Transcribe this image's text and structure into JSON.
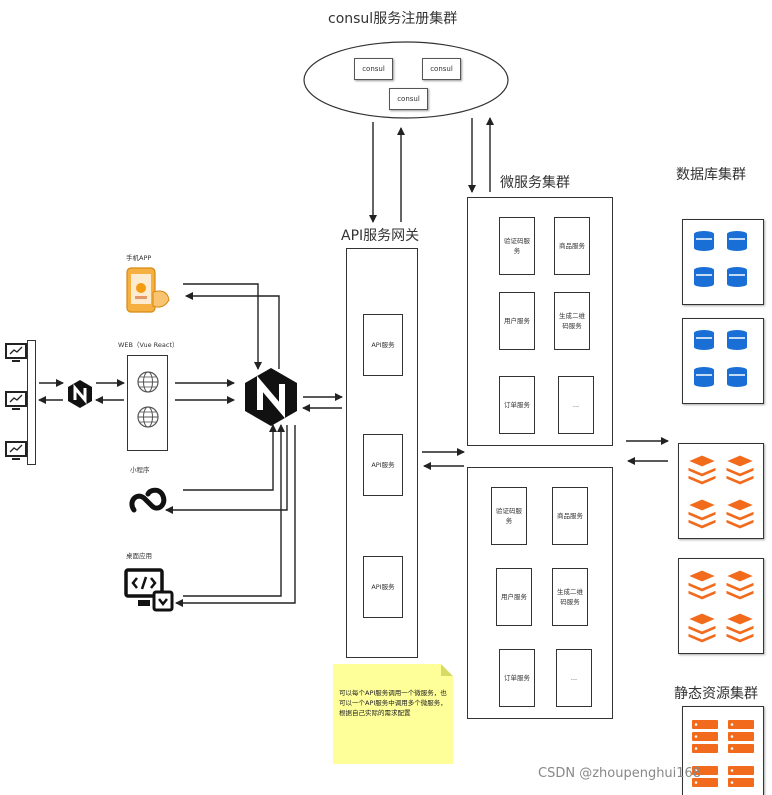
{
  "consul": {
    "title": "consul服务注册集群",
    "nodes": [
      "consul",
      "consul",
      "consul"
    ]
  },
  "gateway": {
    "title": "API服务网关",
    "services": [
      "API服务",
      "API服务",
      "API服务"
    ]
  },
  "microservices": {
    "title": "微服务集群",
    "cluster1": [
      "验证码服务",
      "商品服务",
      "用户服务",
      "生成二维码服务",
      "订单服务",
      "..."
    ],
    "cluster2": [
      "验证码服务",
      "商品服务",
      "用户服务",
      "生成二维码服务",
      "订单服务",
      "..."
    ]
  },
  "clients": {
    "app": "手机APP",
    "web": "WEB（Vue React）",
    "miniprogram": "小程序",
    "desktop": "桌面应用"
  },
  "database": {
    "title": "数据库集群"
  },
  "static": {
    "title": "静态资源集群"
  },
  "note": {
    "text": "可以每个API服务调用一个微服务，也可以一个API服务中调用多个微服务，根据自己实际的需求配置"
  },
  "watermark": "CSDN @zhoupenghui168",
  "colors": {
    "db_blue": "#1a6fd6",
    "redis_orange": "#f26a1b",
    "note_yellow": "#ffff99",
    "nginx_black": "#111111"
  }
}
